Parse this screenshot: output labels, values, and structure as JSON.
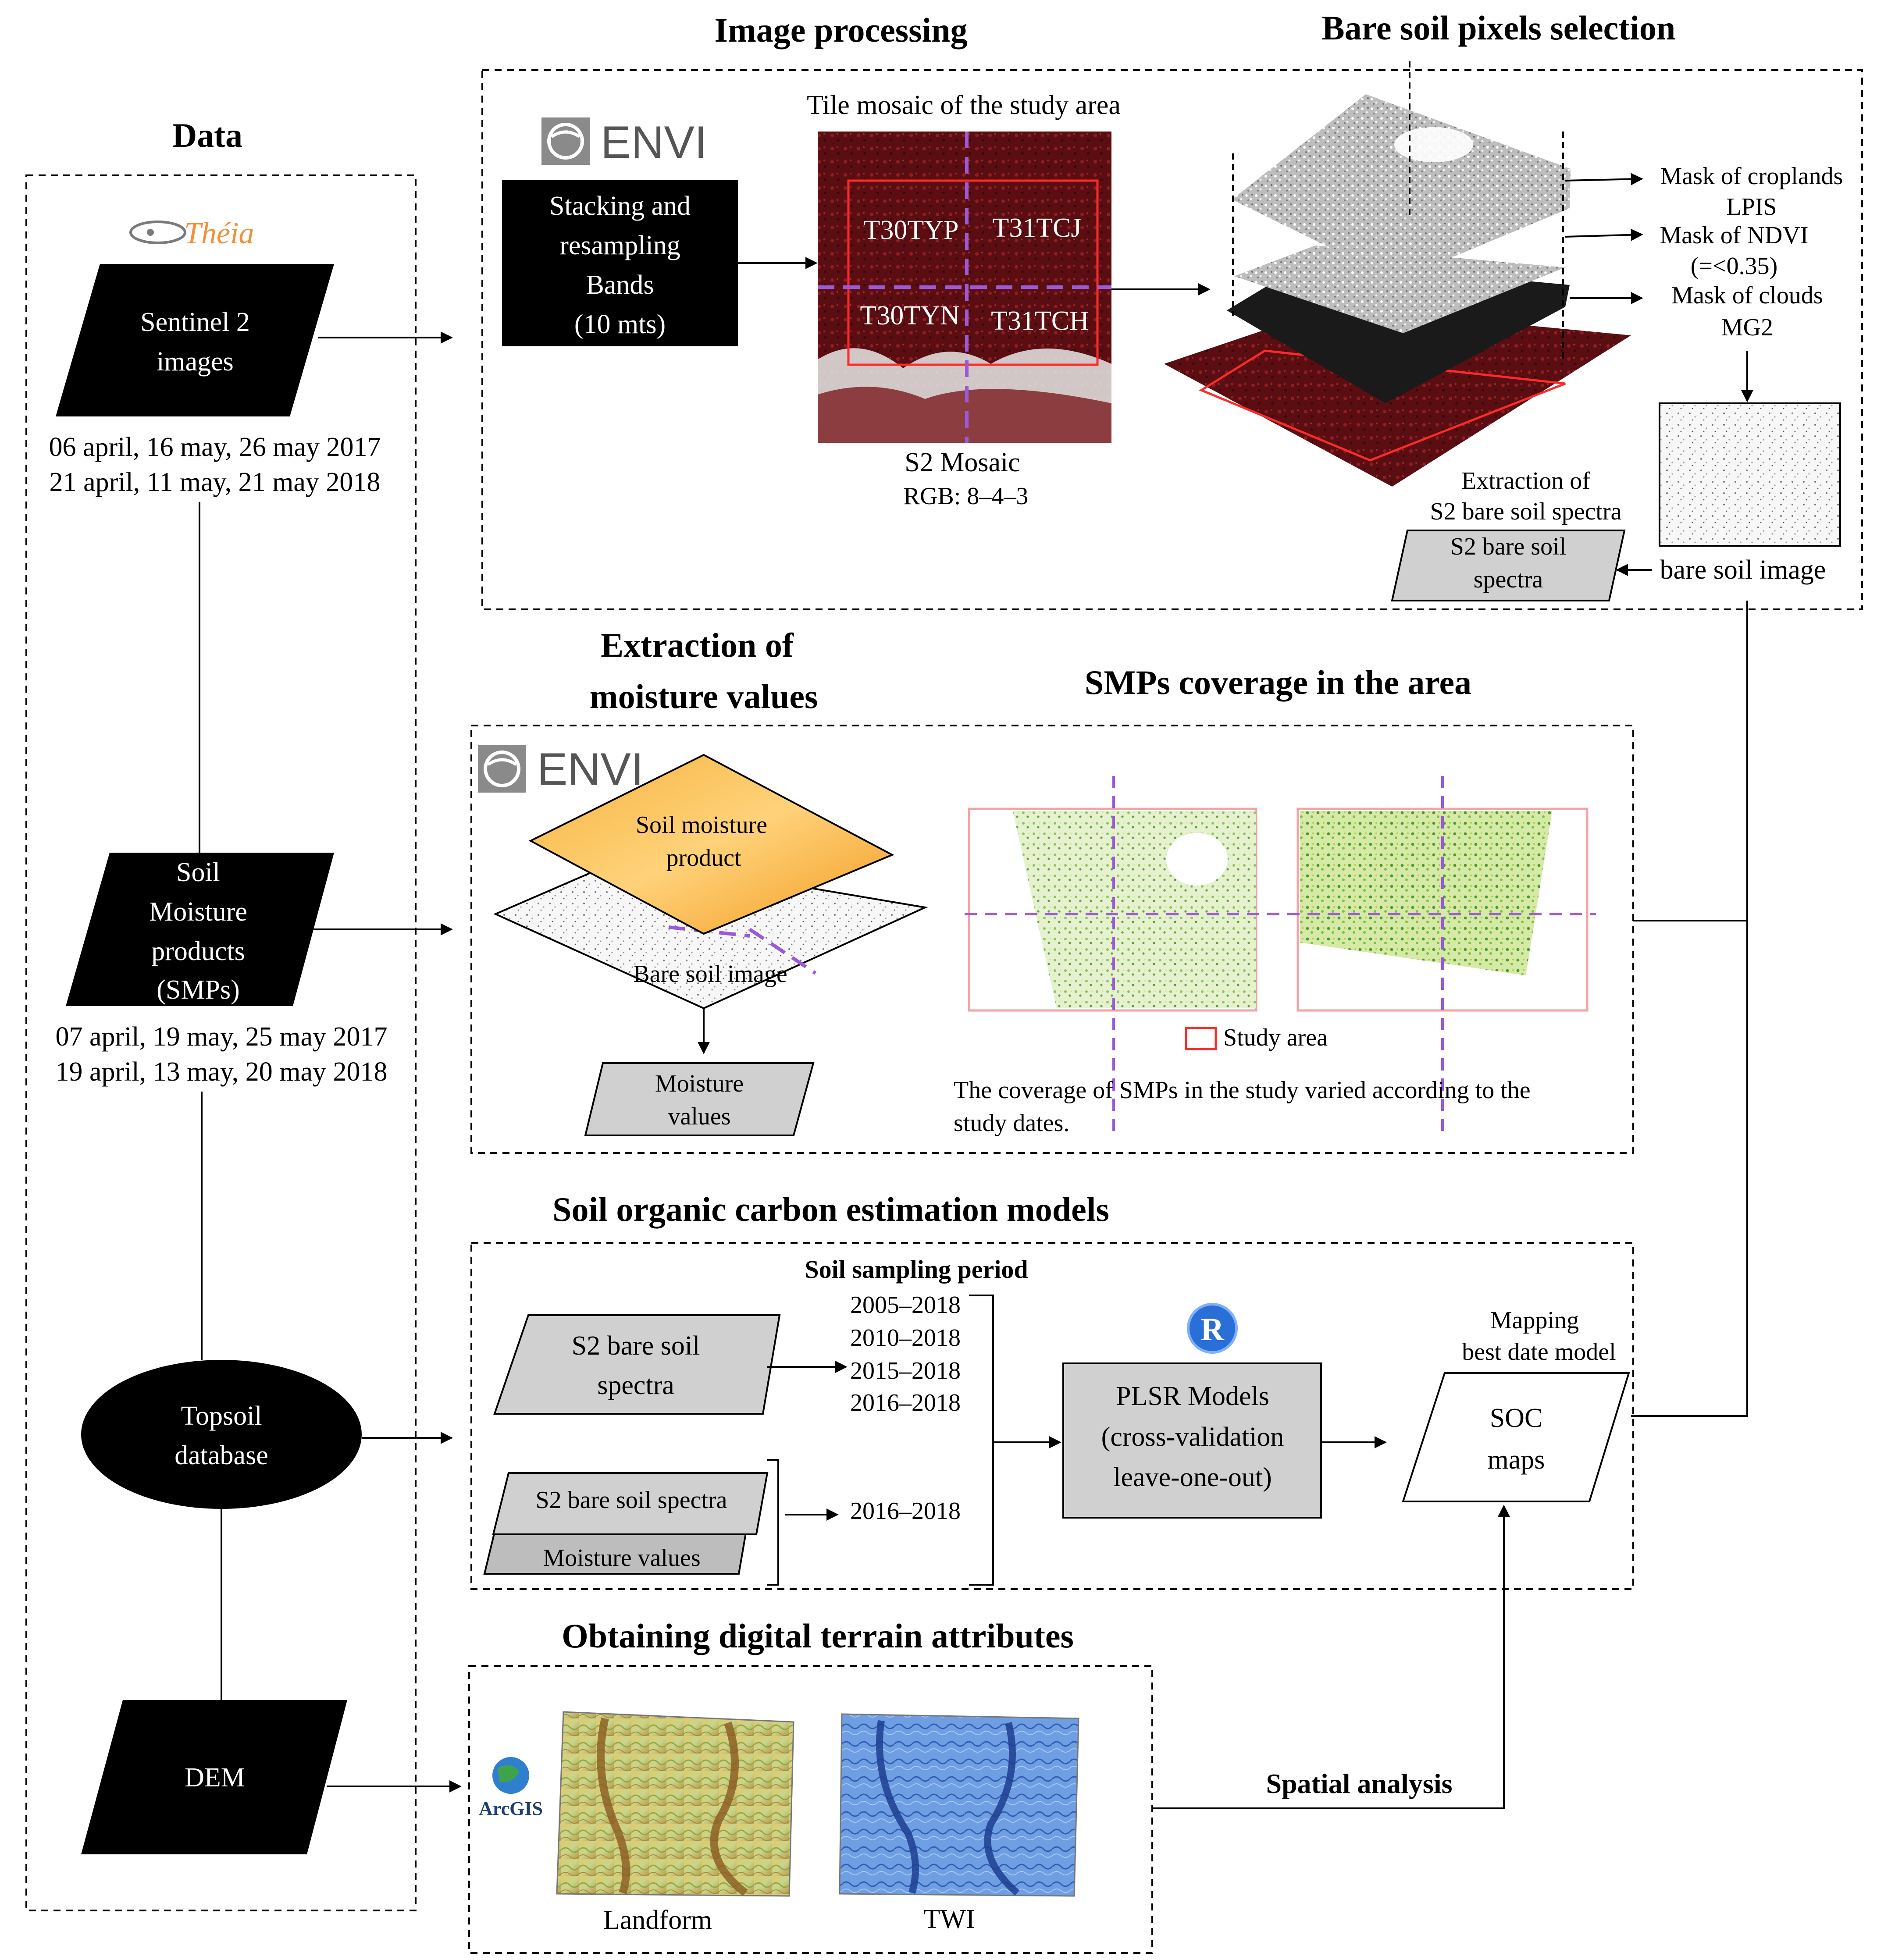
{
  "titles": {
    "data": "Data",
    "image_processing": "Image processing",
    "bare_soil_selection": "Bare soil pixels selection",
    "extraction_line1": "Extraction  of",
    "extraction_line2": "moisture  values",
    "smps_coverage": "SMPs coverage in the area",
    "soc_models": "Soil organic carbon estimation models",
    "terrain": "Obtaining digital terrain attributes"
  },
  "data_column": {
    "theia_logo": "Théia",
    "sentinel": [
      "Sentinel 2",
      "images"
    ],
    "sentinel_dates": [
      "06 april, 16 may, 26 may 2017",
      "21 april, 11 may, 21 may 2018"
    ],
    "smp": [
      "Soil",
      "Moisture",
      "products",
      "(SMPs)"
    ],
    "smp_dates": [
      "07 april, 19 may, 25 may 2017",
      "19 april, 13 may, 20 may 2018"
    ],
    "topsoil": [
      "Topsoil",
      "database"
    ],
    "dem": "DEM"
  },
  "image_processing": {
    "software": "ENVI",
    "stacking": [
      "Stacking and",
      "resampling",
      "Bands",
      "(10 mts)"
    ],
    "mosaic_title": "Tile mosaic of the study area",
    "tiles": [
      "T30TYP",
      "T31TCJ",
      "T30TYN",
      "T31TCH"
    ],
    "mosaic_caption": "S2 Mosaic",
    "rgb": "RGB:  8–4–3",
    "masks": [
      [
        "Mask of croplands",
        "LPIS"
      ],
      [
        "Mask of  NDVI",
        "(=<0.35)"
      ],
      [
        "Mask of  clouds",
        "MG2"
      ]
    ],
    "extraction_label": [
      "Extraction of",
      "S2 bare soil spectra"
    ],
    "spectra_box": [
      "S2 bare soil",
      "spectra"
    ],
    "bare_soil_image": "bare soil image"
  },
  "moisture": {
    "software": "ENVI",
    "product_label": [
      "Soil moisture",
      "product"
    ],
    "bare_soil_label": "Bare soil image",
    "values_box": [
      "Moisture",
      "values"
    ],
    "legend": "Study area",
    "note": [
      "The coverage of SMPs in the study varied according to the",
      "study dates."
    ]
  },
  "soc": {
    "sampling_title": "Soil sampling period",
    "periods": [
      "2005–2018",
      "2010–2018",
      "2015–2018",
      "2016–2018"
    ],
    "period_single": "2016–2018",
    "spectra_box": [
      "S2 bare soil",
      "spectra"
    ],
    "stack_top": "S2 bare soil spectra",
    "stack_bottom": "Moisture values",
    "r_logo": "R",
    "plsr": [
      "PLSR  Models",
      "(cross-validation",
      "leave-one-out)"
    ],
    "mapping": [
      "Mapping",
      "best date model"
    ],
    "soc_maps": [
      "SOC",
      "maps"
    ]
  },
  "terrain": {
    "software": "ArcGIS",
    "landform": "Landform",
    "twi": "TWI",
    "spatial_analysis": "Spatial analysis"
  },
  "colors": {
    "black": "#000000",
    "gray_box": "#d0d0d0",
    "dash_purple": "#9b59d6",
    "tile_red": "#ff2a2a",
    "mosaic_dark": "#5a0e12"
  }
}
